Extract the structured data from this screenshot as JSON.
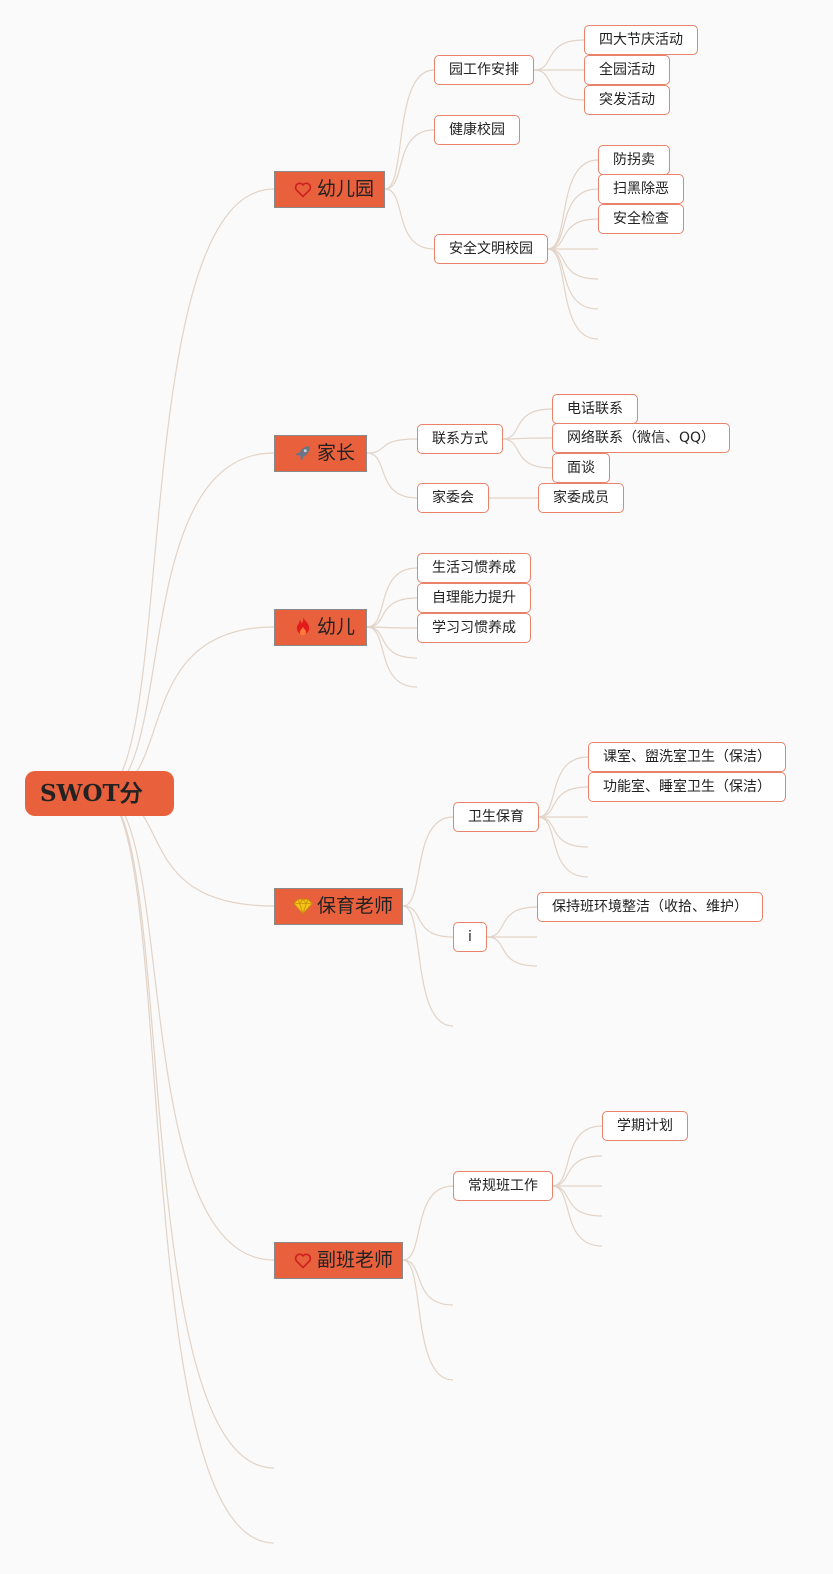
{
  "root": {
    "label": "SWOT分"
  },
  "colors": {
    "accent": "#e8603c",
    "border": "#e8826a",
    "line": "#e2d3c7",
    "background": "#fafafa"
  },
  "branches": [
    {
      "label": "幼儿园",
      "icon": "heart-icon",
      "children": [
        {
          "label": "园工作安排",
          "children": [
            "四大节庆活动",
            "全园活动",
            "突发活动"
          ]
        },
        {
          "label": "健康校园",
          "children": []
        },
        {
          "label": "安全文明校园",
          "children": [
            "防拐卖",
            "扫黑除恶",
            "安全检查"
          ]
        }
      ]
    },
    {
      "label": "家长",
      "icon": "rocket-icon",
      "children": [
        {
          "label": "联系方式",
          "children": [
            "电话联系",
            "网络联系（微信、QQ）",
            "面谈"
          ]
        },
        {
          "label": "家委会",
          "children": [
            "家委成员"
          ]
        }
      ]
    },
    {
      "label": "幼儿",
      "icon": "fire-icon",
      "children": [
        {
          "label": "生活习惯养成",
          "children": []
        },
        {
          "label": "自理能力提升",
          "children": []
        },
        {
          "label": "学习习惯养成",
          "children": []
        }
      ]
    },
    {
      "label": "保育老师",
      "icon": "diamond-icon",
      "children": [
        {
          "label": "卫生保育",
          "children": [
            "课室、盥洗室卫生（保洁）",
            "功能室、睡室卫生（保洁）"
          ]
        },
        {
          "label": "i",
          "children": [
            "保持班环境整洁（收拾、维护）"
          ]
        }
      ]
    },
    {
      "label": "副班老师",
      "icon": "heart-icon",
      "children": [
        {
          "label": "常规班工作",
          "children": [
            "学期计划"
          ]
        }
      ]
    }
  ]
}
